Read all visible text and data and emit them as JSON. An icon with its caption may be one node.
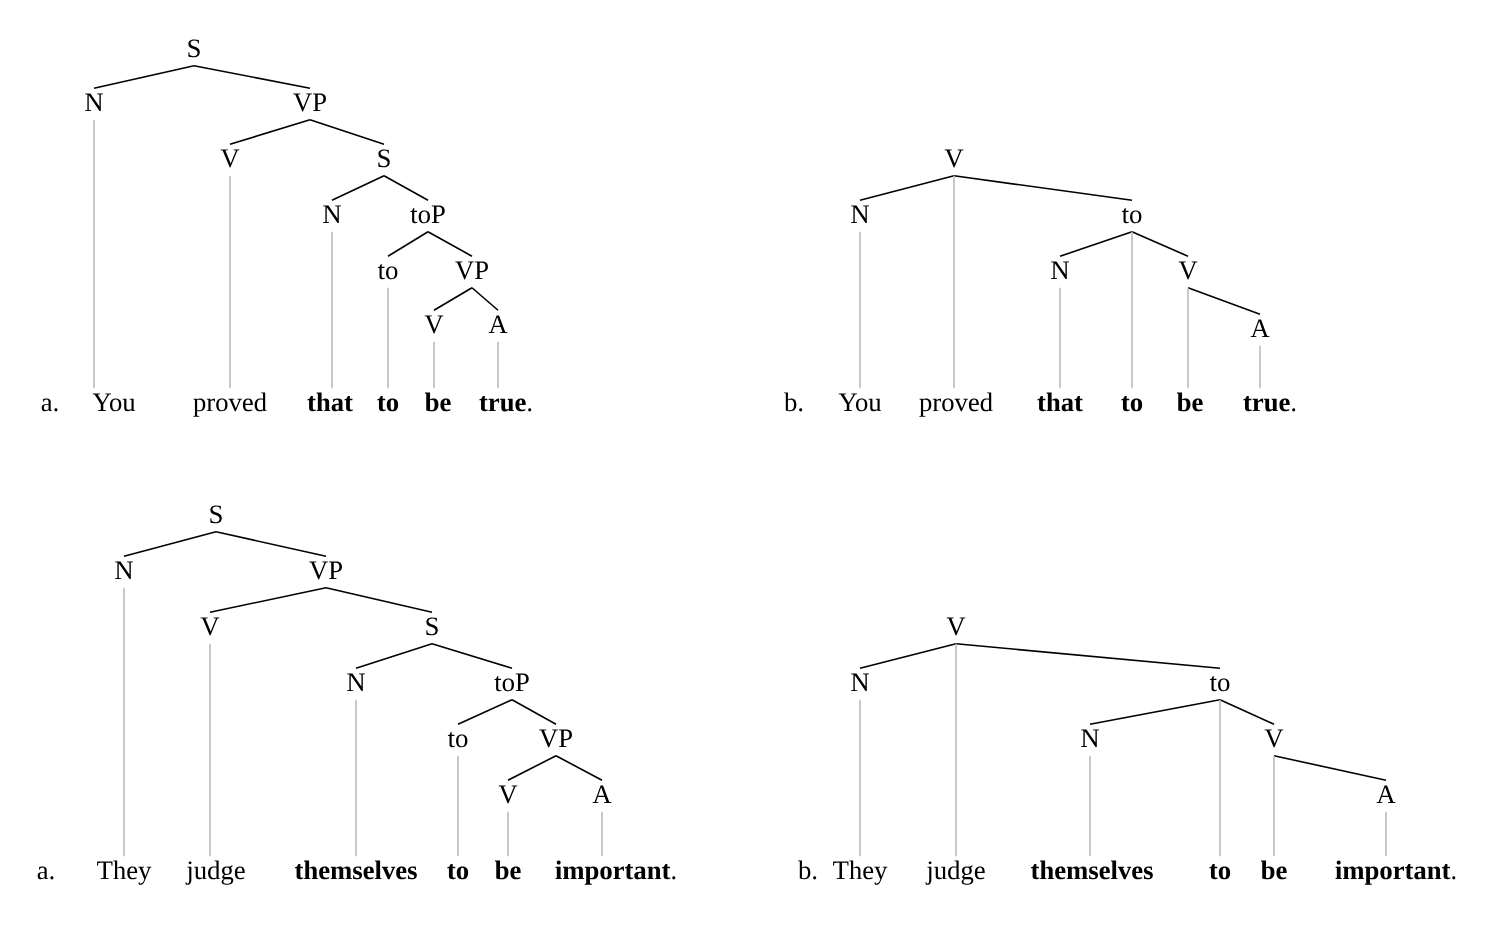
{
  "diagram": {
    "nodes": [
      {
        "text": [
          "S"
        ]
      },
      {
        "text": [
          "N"
        ]
      },
      {
        "text": [
          "VP"
        ]
      },
      {
        "text": [
          "V"
        ]
      },
      {
        "text": [
          "S"
        ]
      },
      {
        "text": [
          "N"
        ]
      },
      {
        "text": [
          "toP"
        ]
      },
      {
        "text": [
          "to"
        ]
      },
      {
        "text": [
          "VP"
        ]
      },
      {
        "text": [
          "V"
        ]
      },
      {
        "text": [
          "A"
        ]
      },
      {
        "text": [
          "You"
        ]
      },
      {
        "text": [
          "proved"
        ]
      },
      {
        "text": [
          "**that**"
        ]
      },
      {
        "text": [
          "**to**"
        ]
      },
      {
        "text": [
          "**be**"
        ]
      },
      {
        "text": [
          "**true**."
        ]
      },
      {
        "text": [
          "V"
        ]
      },
      {
        "text": [
          "N"
        ]
      },
      {
        "text": [
          "to"
        ]
      },
      {
        "text": [
          "N"
        ]
      },
      {
        "text": [
          "V"
        ]
      },
      {
        "text": [
          "A"
        ]
      },
      {
        "text": [
          "You"
        ]
      },
      {
        "text": [
          "proved"
        ]
      },
      {
        "text": [
          "**that**"
        ]
      },
      {
        "text": [
          "**to**"
        ]
      },
      {
        "text": [
          "**be**"
        ]
      },
      {
        "text": [
          "**true**."
        ]
      },
      {
        "text": [
          "S"
        ]
      },
      {
        "text": [
          "N"
        ]
      },
      {
        "text": [
          "VP"
        ]
      },
      {
        "text": [
          "V"
        ]
      },
      {
        "text": [
          "S"
        ]
      },
      {
        "text": [
          "N"
        ]
      },
      {
        "text": [
          "toP"
        ]
      },
      {
        "text": [
          "to"
        ]
      },
      {
        "text": [
          "VP"
        ]
      },
      {
        "text": [
          "V"
        ]
      },
      {
        "text": [
          "A"
        ]
      },
      {
        "text": [
          "They"
        ]
      },
      {
        "text": [
          "judge"
        ]
      },
      {
        "text": [
          "**themselves**"
        ]
      },
      {
        "text": [
          "**to**"
        ]
      },
      {
        "text": [
          "**be**"
        ]
      },
      {
        "text": [
          "**important**."
        ]
      },
      {
        "text": [
          "V"
        ]
      },
      {
        "text": [
          "N"
        ]
      },
      {
        "text": [
          "to"
        ]
      },
      {
        "text": [
          "N"
        ]
      },
      {
        "text": [
          "V"
        ]
      },
      {
        "text": [
          "A"
        ]
      },
      {
        "text": [
          "They"
        ]
      },
      {
        "text": [
          "judge"
        ]
      },
      {
        "text": [
          "**themselves**"
        ]
      },
      {
        "text": [
          "**to**"
        ]
      },
      {
        "text": [
          "**be**"
        ]
      },
      {
        "text": [
          "**important**."
        ]
      }
    ],
    "edges": [
      {
        "from": 0,
        "to": 1,
        "arrow": "none"
      },
      {
        "from": 0,
        "to": 2,
        "arrow": "none"
      },
      {
        "from": 2,
        "to": 3,
        "arrow": "none"
      },
      {
        "from": 2,
        "to": 4,
        "arrow": "none"
      },
      {
        "from": 4,
        "to": 5,
        "arrow": "none"
      },
      {
        "from": 4,
        "to": 6,
        "arrow": "none"
      },
      {
        "from": 6,
        "to": 7,
        "arrow": "none"
      },
      {
        "from": 6,
        "to": 8,
        "arrow": "none"
      },
      {
        "from": 8,
        "to": 9,
        "arrow": "none"
      },
      {
        "from": 8,
        "to": 10,
        "arrow": "none"
      },
      {
        "from": 1,
        "to": 11,
        "arrow": "none",
        "color": "#bbbbbb"
      },
      {
        "from": 3,
        "to": 12,
        "arrow": "none",
        "color": "#bbbbbb"
      },
      {
        "from": 5,
        "to": 13,
        "arrow": "none",
        "color": "#bbbbbb"
      },
      {
        "from": 7,
        "to": 14,
        "arrow": "none",
        "color": "#bbbbbb"
      },
      {
        "from": 9,
        "to": 15,
        "arrow": "none",
        "color": "#bbbbbb"
      },
      {
        "from": 10,
        "to": 16,
        "arrow": "none",
        "color": "#bbbbbb"
      },
      {
        "from": 17,
        "to": 18,
        "arrow": "none"
      },
      {
        "from": 17,
        "to": 19,
        "arrow": "none"
      },
      {
        "from": 19,
        "to": 20,
        "arrow": "none"
      },
      {
        "from": 19,
        "to": 21,
        "arrow": "none"
      },
      {
        "from": 21,
        "to": 22,
        "arrow": "none"
      },
      {
        "from": 18,
        "to": 23,
        "arrow": "none",
        "color": "#bbbbbb"
      },
      {
        "from": 17,
        "to": 24,
        "arrow": "none",
        "color": "#bbbbbb"
      },
      {
        "from": 20,
        "to": 25,
        "arrow": "none",
        "color": "#bbbbbb"
      },
      {
        "from": 19,
        "to": 26,
        "arrow": "none",
        "color": "#bbbbbb"
      },
      {
        "from": 21,
        "to": 27,
        "arrow": "none",
        "color": "#bbbbbb"
      },
      {
        "from": 22,
        "to": 28,
        "arrow": "none",
        "color": "#bbbbbb"
      },
      {
        "from": 29,
        "to": 30,
        "arrow": "none"
      },
      {
        "from": 29,
        "to": 31,
        "arrow": "none"
      },
      {
        "from": 31,
        "to": 32,
        "arrow": "none"
      },
      {
        "from": 31,
        "to": 33,
        "arrow": "none"
      },
      {
        "from": 33,
        "to": 34,
        "arrow": "none"
      },
      {
        "from": 33,
        "to": 35,
        "arrow": "none"
      },
      {
        "from": 35,
        "to": 36,
        "arrow": "none"
      },
      {
        "from": 35,
        "to": 37,
        "arrow": "none"
      },
      {
        "from": 37,
        "to": 38,
        "arrow": "none"
      },
      {
        "from": 37,
        "to": 39,
        "arrow": "none"
      },
      {
        "from": 30,
        "to": 40,
        "arrow": "none",
        "color": "#bbbbbb"
      },
      {
        "from": 32,
        "to": 41,
        "arrow": "none",
        "color": "#bbbbbb"
      },
      {
        "from": 34,
        "to": 42,
        "arrow": "none",
        "color": "#bbbbbb"
      },
      {
        "from": 36,
        "to": 43,
        "arrow": "none",
        "color": "#bbbbbb"
      },
      {
        "from": 38,
        "to": 44,
        "arrow": "none",
        "color": "#bbbbbb"
      },
      {
        "from": 39,
        "to": 45,
        "arrow": "none",
        "color": "#bbbbbb"
      },
      {
        "from": 46,
        "to": 47,
        "arrow": "none"
      },
      {
        "from": 46,
        "to": 48,
        "arrow": "none"
      },
      {
        "from": 48,
        "to": 49,
        "arrow": "none"
      },
      {
        "from": 48,
        "to": 50,
        "arrow": "none"
      },
      {
        "from": 50,
        "to": 51,
        "arrow": "none"
      },
      {
        "from": 47,
        "to": 52,
        "arrow": "none",
        "color": "#bbbbbb"
      },
      {
        "from": 46,
        "to": 53,
        "arrow": "none",
        "color": "#bbbbbb"
      },
      {
        "from": 49,
        "to": 54,
        "arrow": "none",
        "color": "#bbbbbb"
      },
      {
        "from": 48,
        "to": 55,
        "arrow": "none",
        "color": "#bbbbbb"
      },
      {
        "from": 50,
        "to": 56,
        "arrow": "none",
        "color": "#bbbbbb"
      },
      {
        "from": 51,
        "to": 57,
        "arrow": "none",
        "color": "#bbbbbb"
      }
    ],
    "labels": [
      "a.",
      "b.",
      "a.",
      "b."
    ]
  }
}
